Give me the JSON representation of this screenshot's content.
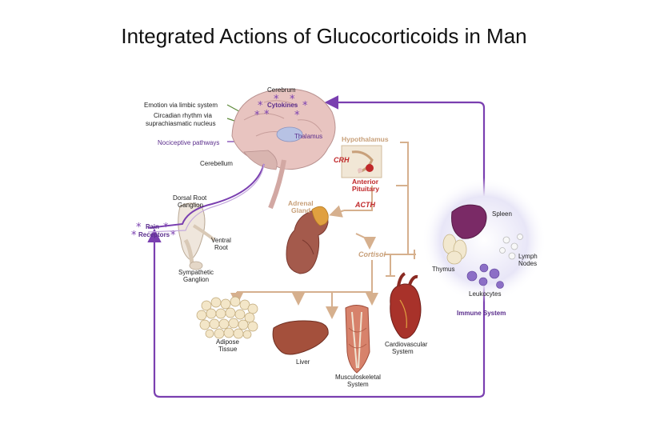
{
  "title": "Integrated Actions of Glucocorticoids in Man",
  "labels": {
    "cerebrum": "Cerebrum",
    "emotion": "Emotion via limbic system",
    "circadian_1": "Circadian rhythm via",
    "circadian_2": "suprachiasmatic nucleus",
    "cytokines": "Cytokines",
    "thalamus": "Thalamus",
    "nociceptive": "Nociceptive pathways",
    "cerebellum": "Cerebellum",
    "hypothalamus": "Hypothalamus",
    "crh": "CRH",
    "anterior_1": "Anterior",
    "anterior_2": "Pituitary",
    "acth": "ACTH",
    "adrenal_1": "Adrenal",
    "adrenal_2": "Gland",
    "cortisol": "Cortisol",
    "dorsal_1": "Dorsal Root",
    "dorsal_2": "Ganglion",
    "pain": "Pain",
    "receptors": "Receptors",
    "ventral_1": "Ventral",
    "ventral_2": "Root",
    "sympathetic_1": "Sympathetic",
    "sympathetic_2": "Ganglion",
    "spleen": "Spleen",
    "thymus": "Thymus",
    "lymph_1": "Lymph",
    "lymph_2": "Nodes",
    "leukocytes": "Leukocytes",
    "immune": "Immune System",
    "adipose_1": "Adipose",
    "adipose_2": "Tissue",
    "liver": "Liver",
    "musculo_1": "Musculoskeletal",
    "musculo_2": "System",
    "cardio_1": "Cardiovascular",
    "cardio_2": "System"
  },
  "colors": {
    "feedback_arrow": "#7a3fb0",
    "hormone_arrow": "#d6b08e",
    "hormone_red": "#c0282a",
    "brain_pink": "#e8c4c0",
    "immune_halo": "#e6e3f6"
  }
}
